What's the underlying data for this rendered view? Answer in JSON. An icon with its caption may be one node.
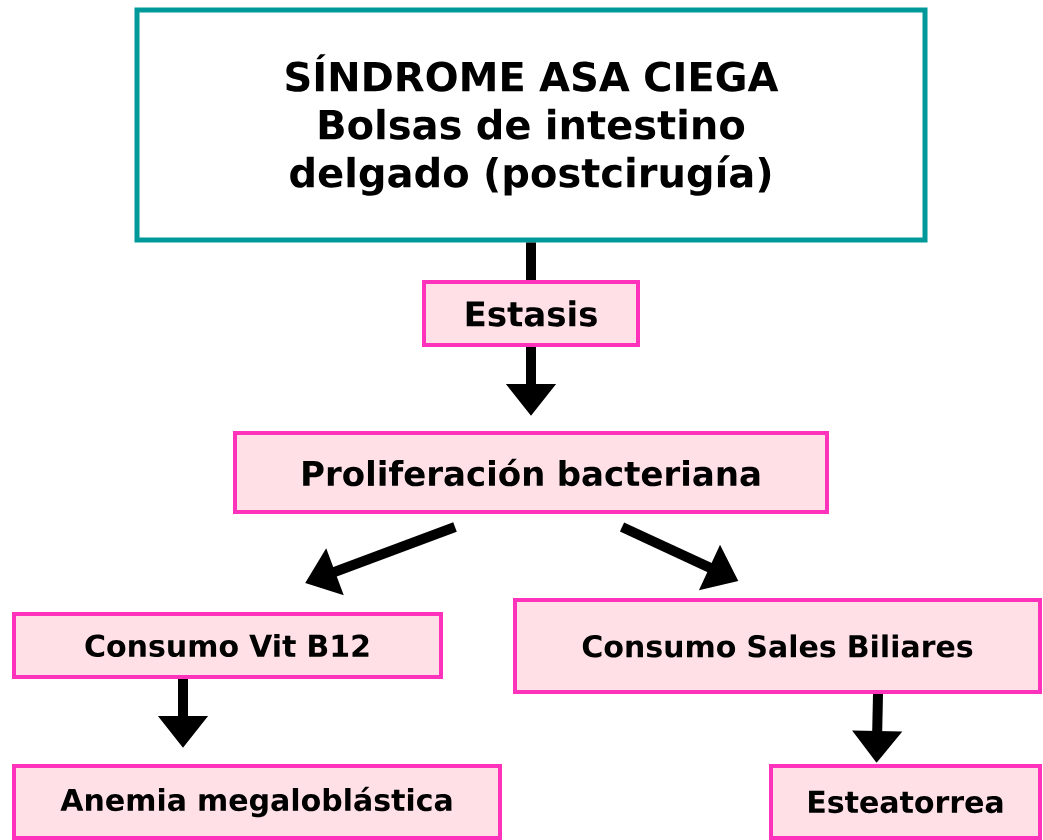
{
  "diagram": {
    "nodes": [
      {
        "text": [
          "SÍNDROME ASA CIEGA",
          "Bolsas de intestino delgado (postcirugía)"
        ]
      },
      {
        "text": [
          "Estasis"
        ]
      },
      {
        "text": [
          "Proliferación bacteriana"
        ]
      },
      {
        "text": [
          "Consumo Vit B12"
        ]
      },
      {
        "text": [
          "Consumo Sales Biliares"
        ]
      },
      {
        "text": [
          "Anemia megaloblástica"
        ]
      },
      {
        "text": [
          "Esteatorrea"
        ]
      }
    ],
    "edges": [
      {
        "from": 0,
        "to": 1,
        "arrow": "none"
      },
      {
        "from": 1,
        "to": 2,
        "arrow": "to"
      },
      {
        "from": 2,
        "to": 3,
        "arrow": "to"
      },
      {
        "from": 2,
        "to": 4,
        "arrow": "to"
      },
      {
        "from": 3,
        "to": 5,
        "arrow": "to"
      },
      {
        "from": 4,
        "to": 6,
        "arrow": "to"
      }
    ]
  }
}
